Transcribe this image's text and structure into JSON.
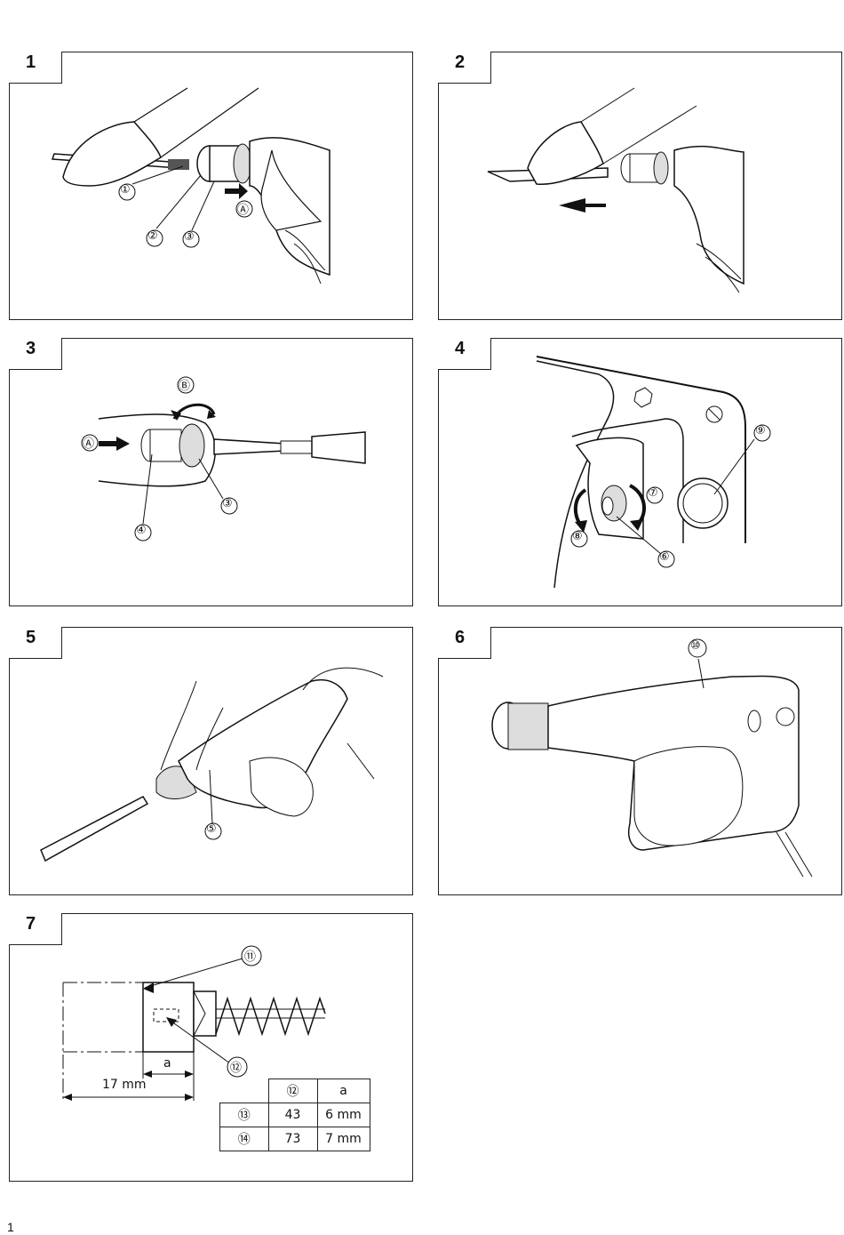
{
  "figures": [
    {
      "number": "1",
      "callouts": [
        "①",
        "②",
        "③",
        "Ⓐ"
      ]
    },
    {
      "number": "2",
      "callouts": []
    },
    {
      "number": "3",
      "callouts": [
        "Ⓑ",
        "Ⓐ",
        "③",
        "④"
      ]
    },
    {
      "number": "4",
      "callouts": [
        "⑨",
        "⑦",
        "⑧",
        "⑥"
      ]
    },
    {
      "number": "5",
      "callouts": [
        "⑤"
      ]
    },
    {
      "number": "6",
      "callouts": [
        "⑩"
      ]
    },
    {
      "number": "7",
      "callouts": [
        "⑪",
        "⑫"
      ]
    }
  ],
  "fig7": {
    "dim_a": "a",
    "dim_total": "17 mm",
    "table": {
      "header": [
        "⑫",
        "a"
      ],
      "rows": [
        {
          "label": "⑬",
          "value": "43",
          "a": "6 mm"
        },
        {
          "label": "⑭",
          "value": "73",
          "a": "7 mm"
        }
      ]
    }
  },
  "page_number": "1"
}
